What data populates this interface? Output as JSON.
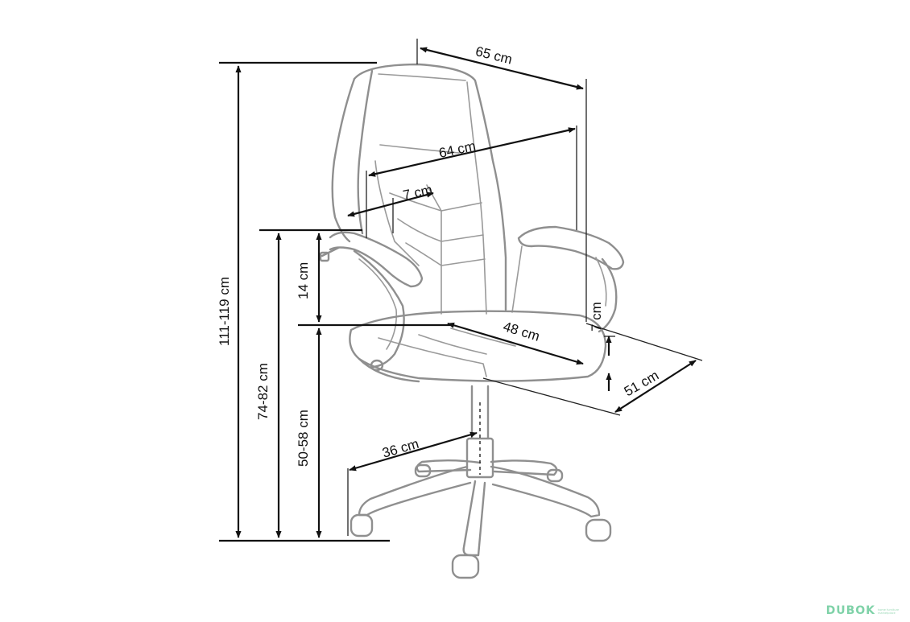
{
  "dimensions": {
    "overall_width": "65 cm",
    "backrest_width": "64 cm",
    "armrest_width": "7 cm",
    "armrest_height": "14 cm",
    "total_height": "111-119 cm",
    "armrest_floor_height": "74-82 cm",
    "seat_height": "50-58 cm",
    "seat_width": "48 cm",
    "seat_thickness": "7 cm",
    "seat_depth": "51 cm",
    "base_radius": "36 cm"
  },
  "watermark": {
    "brand": "DUBOK",
    "tagline": "home furniture marketplace"
  },
  "colors": {
    "outline": "#8f8f8f",
    "dimension": "#111111",
    "watermark": "#7fd2a8"
  }
}
